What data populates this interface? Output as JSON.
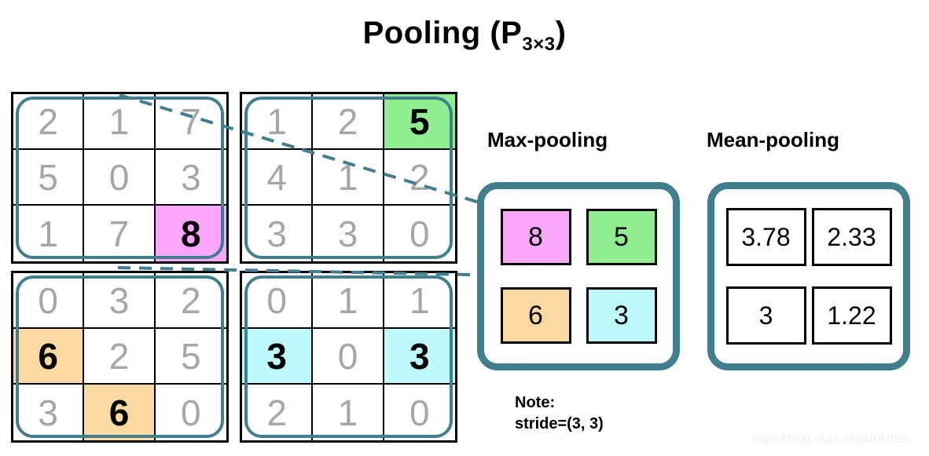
{
  "title": {
    "main": "Pooling (P",
    "subscript": "3×3",
    "close": ")"
  },
  "colors": {
    "teal": "#3f7f8e",
    "pink": "#fba7fc",
    "green": "#90ee90",
    "orange": "#fbd9a0",
    "cyan": "#bef9fb",
    "grid_value": "#a6a6a6",
    "black": "#000000"
  },
  "input_grids": [
    {
      "position": "top-left",
      "rows": [
        [
          2,
          1,
          7
        ],
        [
          5,
          0,
          3
        ],
        [
          1,
          7,
          8
        ]
      ],
      "highlights": [
        {
          "row": 2,
          "col": 2,
          "color": "pink"
        }
      ]
    },
    {
      "position": "top-right",
      "rows": [
        [
          1,
          2,
          5
        ],
        [
          4,
          1,
          2
        ],
        [
          3,
          3,
          0
        ]
      ],
      "highlights": [
        {
          "row": 0,
          "col": 2,
          "color": "green"
        }
      ]
    },
    {
      "position": "bottom-left",
      "rows": [
        [
          0,
          3,
          2
        ],
        [
          6,
          2,
          5
        ],
        [
          3,
          6,
          0
        ]
      ],
      "highlights": [
        {
          "row": 1,
          "col": 0,
          "color": "orange"
        },
        {
          "row": 2,
          "col": 1,
          "color": "orange"
        }
      ]
    },
    {
      "position": "bottom-right",
      "rows": [
        [
          0,
          1,
          1
        ],
        [
          3,
          0,
          3
        ],
        [
          2,
          1,
          0
        ]
      ],
      "highlights": [
        {
          "row": 1,
          "col": 0,
          "color": "cyan"
        },
        {
          "row": 1,
          "col": 2,
          "color": "cyan"
        }
      ]
    }
  ],
  "max_pooling": {
    "heading": "Max-pooling",
    "cells": [
      {
        "value": "8",
        "color": "pink"
      },
      {
        "value": "5",
        "color": "green"
      },
      {
        "value": "6",
        "color": "orange"
      },
      {
        "value": "3",
        "color": "cyan"
      }
    ]
  },
  "mean_pooling": {
    "heading": "Mean-pooling",
    "cells": [
      {
        "value": "3.78",
        "color": "none"
      },
      {
        "value": "2.33",
        "color": "none"
      },
      {
        "value": "3",
        "color": "none"
      },
      {
        "value": "1.22",
        "color": "none"
      }
    ]
  },
  "note": {
    "line1": "Note:",
    "line2": "stride=(3, 3)"
  },
  "watermark": "https://blog.csdn.net/AIHUBEI",
  "chart_data": {
    "type": "diagram",
    "title": "Pooling (P3×3)",
    "description": "A 6×6 input feature map split into four 3×3 pooling windows; max-pooling and mean-pooling outputs shown as 2×2 maps.",
    "input_matrix_6x6": [
      [
        2,
        1,
        7,
        1,
        2,
        5
      ],
      [
        5,
        0,
        3,
        4,
        1,
        2
      ],
      [
        1,
        7,
        8,
        3,
        3,
        0
      ],
      [
        0,
        3,
        2,
        0,
        1,
        1
      ],
      [
        6,
        2,
        5,
        3,
        0,
        3
      ],
      [
        3,
        6,
        0,
        2,
        1,
        0
      ]
    ],
    "max_pooling_output_2x2": [
      [
        8,
        5
      ],
      [
        6,
        3
      ]
    ],
    "mean_pooling_output_2x2": [
      [
        3.78,
        2.33
      ],
      [
        3,
        1.22
      ]
    ],
    "stride": [
      3,
      3
    ],
    "pool_size": [
      3,
      3
    ]
  }
}
